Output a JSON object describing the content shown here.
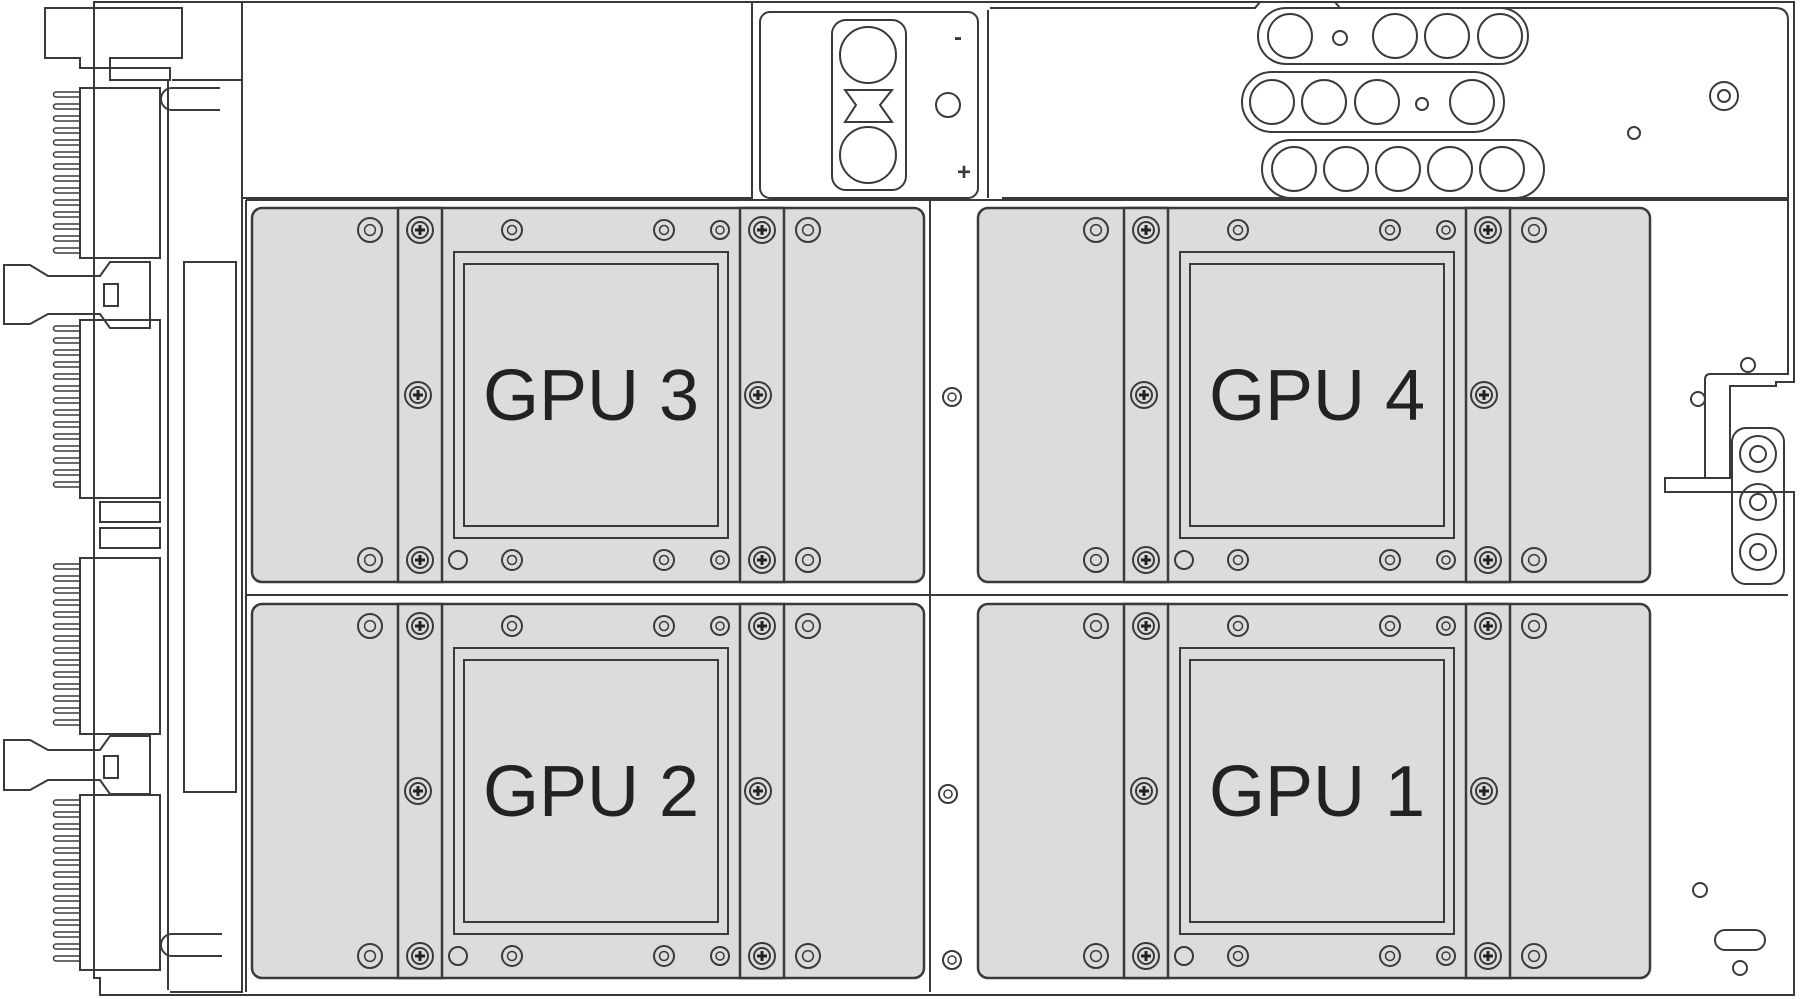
{
  "gpus": [
    {
      "label": "GPU 3"
    },
    {
      "label": "GPU 4"
    },
    {
      "label": "GPU 2"
    },
    {
      "label": "GPU 1"
    }
  ],
  "power_connector": {
    "negative": "-",
    "positive": "+"
  },
  "colors": {
    "line": "#3a3a3a",
    "pad_fill": "#dcdcdc",
    "background": "#ffffff"
  }
}
